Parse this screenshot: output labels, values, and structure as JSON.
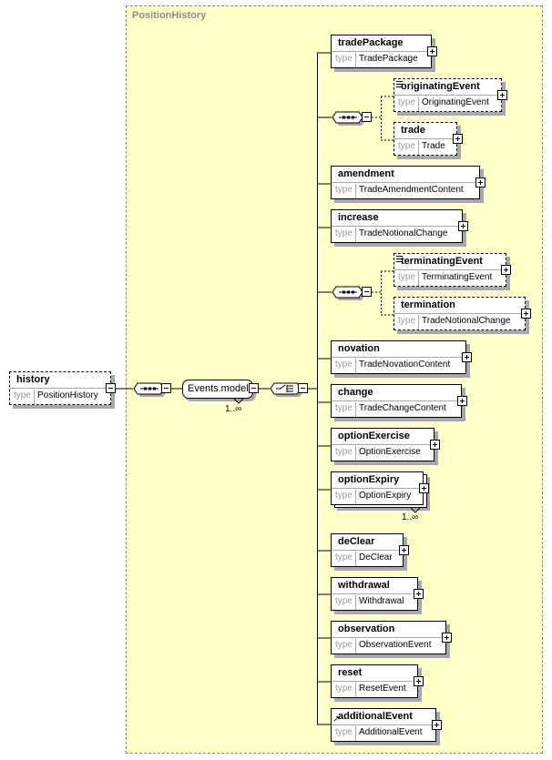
{
  "group": {
    "title": "PositionHistory"
  },
  "root": {
    "name": "history",
    "type_key": "type",
    "type": "PositionHistory"
  },
  "model_group": {
    "name": "Events.model",
    "occurs": "1..∞"
  },
  "elements": {
    "tradePackage": {
      "name": "tradePackage",
      "type_key": "type",
      "type": "TradePackage"
    },
    "originatingEvent": {
      "name": "originatingEvent",
      "type_key": "type",
      "type": "OriginatingEvent"
    },
    "trade": {
      "name": "trade",
      "type_key": "type",
      "type": "Trade"
    },
    "amendment": {
      "name": "amendment",
      "type_key": "type",
      "type": "TradeAmendmentContent"
    },
    "increase": {
      "name": "increase",
      "type_key": "type",
      "type": "TradeNotionalChange"
    },
    "terminatingEvent": {
      "name": "terminatingEvent",
      "type_key": "type",
      "type": "TerminatingEvent"
    },
    "termination": {
      "name": "termination",
      "type_key": "type",
      "type": "TradeNotionalChange"
    },
    "novation": {
      "name": "novation",
      "type_key": "type",
      "type": "TradeNovationContent"
    },
    "change": {
      "name": "change",
      "type_key": "type",
      "type": "TradeChangeContent"
    },
    "optionExercise": {
      "name": "optionExercise",
      "type_key": "type",
      "type": "OptionExercise"
    },
    "optionExpiry": {
      "name": "optionExpiry",
      "type_key": "type",
      "type": "OptionExpiry",
      "occurs": "1..∞"
    },
    "deClear": {
      "name": "deClear",
      "type_key": "type",
      "type": "DeClear"
    },
    "withdrawal": {
      "name": "withdrawal",
      "type_key": "type",
      "type": "Withdrawal"
    },
    "observation": {
      "name": "observation",
      "type_key": "type",
      "type": "ObservationEvent"
    },
    "reset": {
      "name": "reset",
      "type_key": "type",
      "type": "ResetEvent"
    },
    "additionalEvent": {
      "name": "additionalEvent",
      "type_key": "type",
      "type": "AdditionalEvent"
    }
  }
}
